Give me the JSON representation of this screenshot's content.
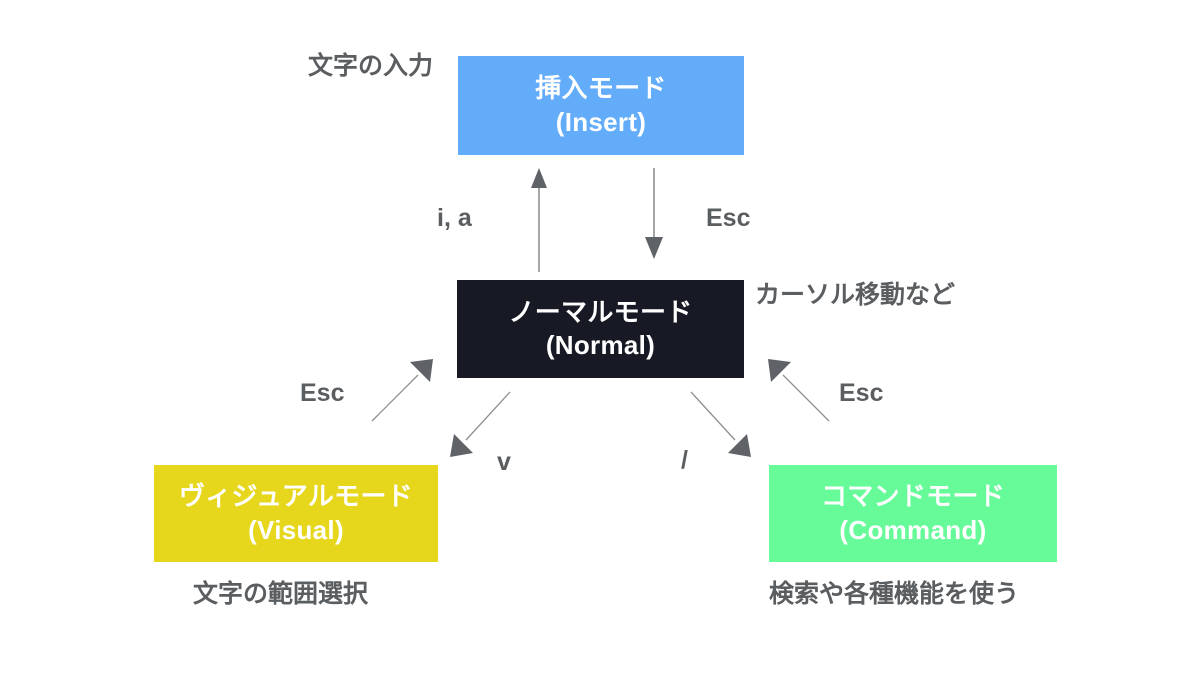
{
  "diagram": {
    "title_text": "",
    "background_color": "#ffffff",
    "nodes": [
      {
        "id": "insert",
        "label_ja": "挿入モード",
        "label_en": "(Insert)",
        "color": "#63acfa",
        "text_color": "#ffffff",
        "note": "文字の入力"
      },
      {
        "id": "normal",
        "label_ja": "ノーマルモード",
        "label_en": "(Normal)",
        "color": "#171a24",
        "text_color": "#ffffff",
        "note": "カーソル移動など"
      },
      {
        "id": "visual",
        "label_ja": "ヴィジュアルモード",
        "label_en": "(Visual)",
        "color": "#e6d61c",
        "text_color": "#ffffff",
        "note": "文字の範囲選択"
      },
      {
        "id": "command",
        "label_ja": "コマンドモード",
        "label_en": "(Command)",
        "color": "#66fa99",
        "text_color": "#ffffff",
        "note": "検索や各種機能を使う"
      }
    ],
    "transitions": [
      {
        "id": "normal-to-insert",
        "from": "normal",
        "to": "insert",
        "key": "i, a"
      },
      {
        "id": "insert-to-normal",
        "from": "insert",
        "to": "normal",
        "key": "Esc"
      },
      {
        "id": "visual-to-normal",
        "from": "visual",
        "to": "normal",
        "key": "Esc"
      },
      {
        "id": "normal-to-visual",
        "from": "normal",
        "to": "visual",
        "key": "v"
      },
      {
        "id": "normal-to-command",
        "from": "normal",
        "to": "command",
        "key": "/"
      },
      {
        "id": "command-to-normal",
        "from": "command",
        "to": "normal",
        "key": "Esc"
      }
    ],
    "arrow_color": "#8a8a8a",
    "label_color": "#5b5e61"
  }
}
